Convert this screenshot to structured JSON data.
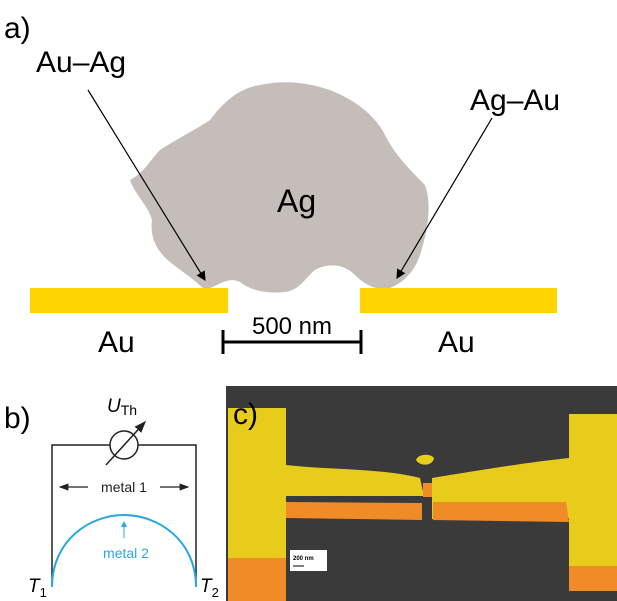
{
  "panel_a": {
    "label": "a)",
    "particle_label": "Ag",
    "junction_left_label": "Au–Ag",
    "junction_right_label": "Ag–Au",
    "electrode_left_label": "Au",
    "electrode_right_label": "Au",
    "scale_bar_label": "500 nm"
  },
  "panel_b": {
    "label": "b)",
    "voltage_symbol": "U",
    "voltage_subscript": "Th",
    "metal1_label": "metal 1",
    "metal2_label": "metal 2",
    "t1_symbol": "T",
    "t1_subscript": "1",
    "t2_symbol": "T",
    "t2_subscript": "2"
  },
  "panel_c": {
    "label": "c)",
    "scale_bar_label": "200 nm"
  },
  "colors": {
    "gold": "#ffd400",
    "silver_particle": "#c5bdb9",
    "metal2_blue": "#29a9e1",
    "sem_background": "#3a3a3a",
    "sem_yellow": "#e8cc1c",
    "sem_orange": "#f08c28"
  }
}
